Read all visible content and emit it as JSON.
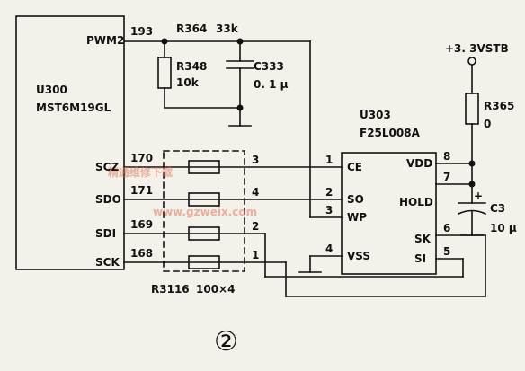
{
  "ic_u300": {
    "ref": "U300",
    "part": "MST6M19GL",
    "pins": [
      {
        "name": "PWM2",
        "number": "193"
      },
      {
        "name": "SCZ",
        "number": "170"
      },
      {
        "name": "SDO",
        "number": "171"
      },
      {
        "name": "SDI",
        "number": "169"
      },
      {
        "name": "SCK",
        "number": "168"
      }
    ]
  },
  "ic_u303": {
    "ref": "U303",
    "part": "F25L008A",
    "left_pins": [
      {
        "name": "CE",
        "number": "1"
      },
      {
        "name": "SO",
        "number": "2"
      },
      {
        "name": "WP",
        "number": "3"
      },
      {
        "name": "VSS",
        "number": "4"
      }
    ],
    "right_pins": [
      {
        "name": "VDD",
        "number": "8"
      },
      {
        "name": "HOLD",
        "number": "7"
      },
      {
        "name": "SK",
        "number": "6"
      },
      {
        "name": "SI",
        "number": "5"
      }
    ]
  },
  "components": {
    "r364": {
      "ref": "R364",
      "value": "33k"
    },
    "r348": {
      "ref": "R348",
      "value": "10k"
    },
    "c333": {
      "ref": "C333",
      "value": "0. 1 μ"
    },
    "r365": {
      "ref": "R365",
      "value": "0"
    },
    "c3": {
      "ref": "C3",
      "value": "10 μ",
      "polarity": "+"
    },
    "r3116": {
      "ref": "R3116",
      "value": "100×4",
      "pins": [
        "3",
        "4",
        "2",
        "1"
      ]
    }
  },
  "supply": {
    "label": "+3. 3VSTB"
  },
  "watermark": {
    "cn": "精通维修下载",
    "url": "www.gzweix.com"
  },
  "figure_number": "②"
}
